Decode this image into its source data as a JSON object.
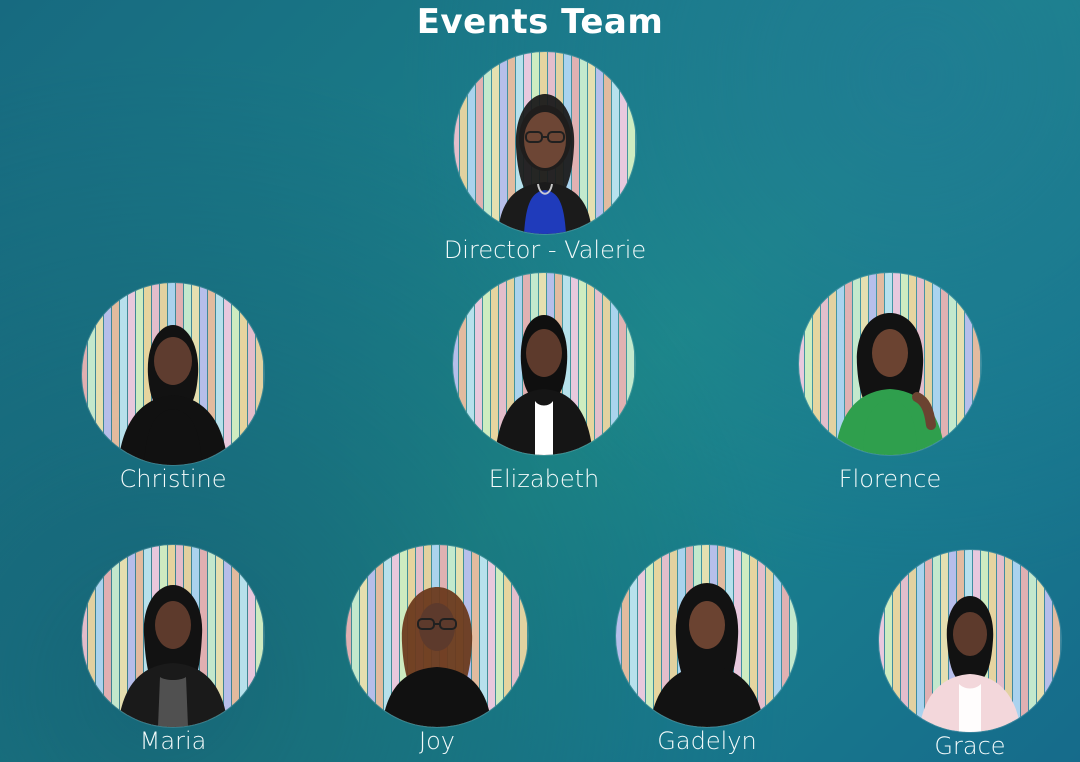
{
  "header": {
    "title": "Events Team"
  },
  "members": [
    {
      "name": "Director - Valerie",
      "top_color": "#1f3bbb",
      "bottom_color": "#1b1b1b",
      "accent": "#d9d9d9"
    },
    {
      "name": "Christine",
      "top_color": "#111111",
      "bottom_color": "#111111",
      "accent": "#333333"
    },
    {
      "name": "Elizabeth",
      "top_color": "#151515",
      "bottom_color": "#151515",
      "accent": "#ffffff"
    },
    {
      "name": "Florence",
      "top_color": "#2f9f4d",
      "bottom_color": "#2f9f4d",
      "accent": "#5bd07a"
    },
    {
      "name": "Maria",
      "top_color": "#1a1a1a",
      "bottom_color": "#1a1a1a",
      "accent": "#6f6f6f"
    },
    {
      "name": "Joy",
      "top_color": "#111111",
      "bottom_color": "#111111",
      "accent": "#7a4a2a"
    },
    {
      "name": "Gadelyn",
      "top_color": "#121212",
      "bottom_color": "#121212",
      "accent": "#222222"
    },
    {
      "name": "Grace",
      "top_color": "#f3d7db",
      "bottom_color": "#f3d7db",
      "accent": "#ffffff"
    }
  ],
  "stripes": [
    "#f3b6c7",
    "#f2d08d",
    "#a6d3f5",
    "#f0a4a4",
    "#c8f0c9",
    "#f6e3a2",
    "#b7b7f1",
    "#f2b38b",
    "#b8e6f3",
    "#f9c4df",
    "#d7f4b8",
    "#f7d58b"
  ]
}
